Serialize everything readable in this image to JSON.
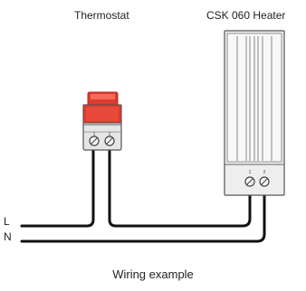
{
  "labels": {
    "thermostat": "Thermostat",
    "heater": "CSK 060 Heater",
    "caption": "Wiring example",
    "line_L": "L",
    "line_N": "N"
  },
  "colors": {
    "red_cap": "#e03a2b",
    "red_cap_light": "#f46b5b",
    "body_gray": "#e4e4e4",
    "outline": "#555555",
    "wire": "#111111"
  }
}
